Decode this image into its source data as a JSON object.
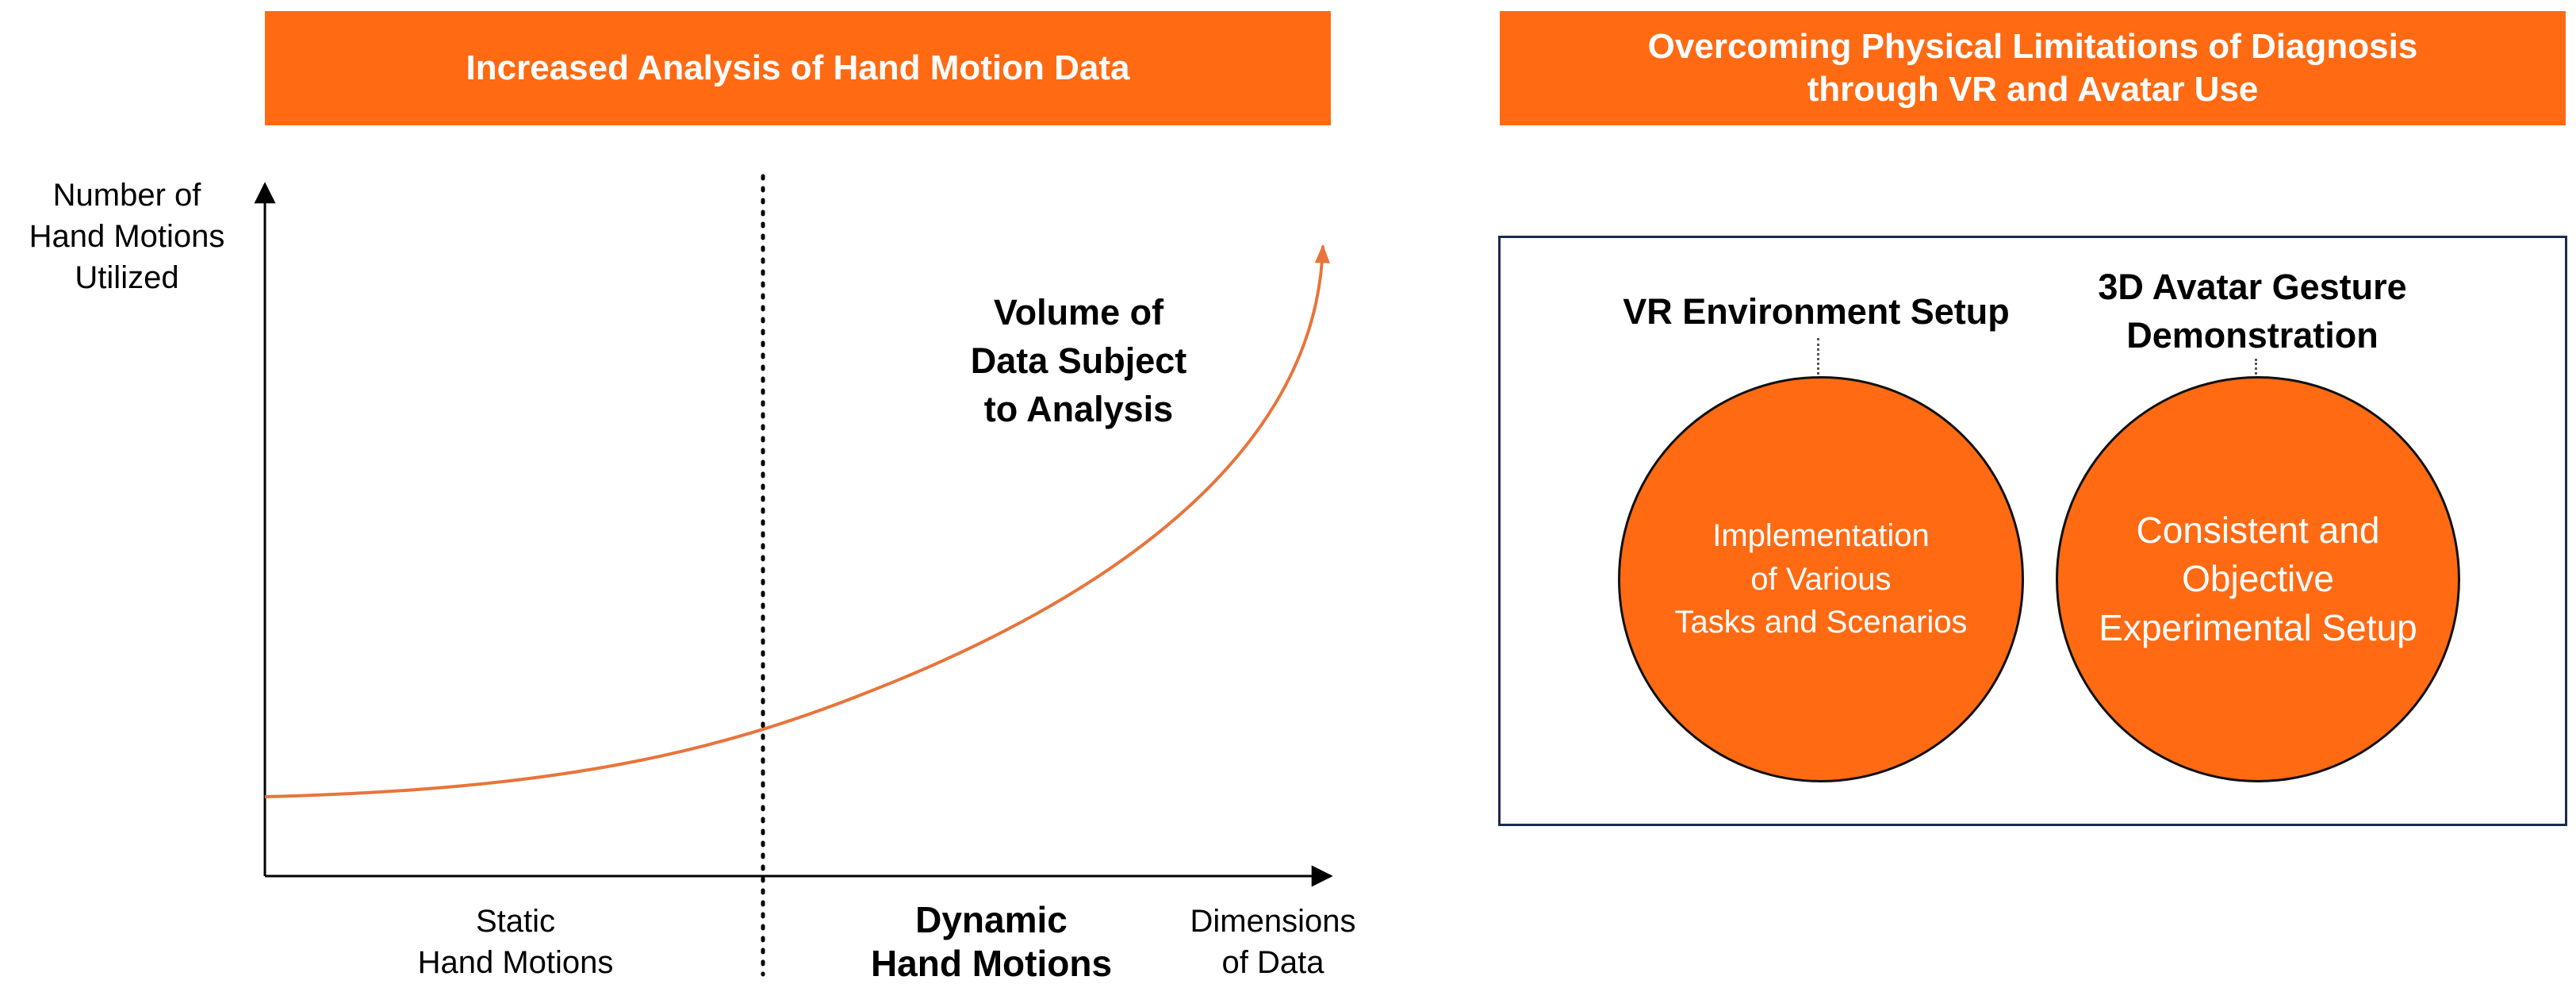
{
  "left_panel": {
    "banner_title": "Increased Analysis of Hand Motion Data",
    "y_axis_label": "Number of\nHand Motions\nUtilized",
    "x_axis_label": "Dimensions\nof Data",
    "curve_label": "Volume of\nData Subject\nto Analysis",
    "region_static_label": "Static\nHand Motions",
    "region_dynamic_label": "Dynamic\nHand Motions"
  },
  "right_panel": {
    "banner_title": "Overcoming Physical Limitations of Diagnosis\nthrough VR and Avatar Use",
    "items": [
      {
        "heading": "VR Environment Setup",
        "circle_text": "Implementation\nof Various\nTasks and Scenarios"
      },
      {
        "heading": "3D Avatar Gesture\nDemonstration",
        "circle_text": "Consistent and\nObjective\nExperimental Setup"
      }
    ]
  },
  "colors": {
    "accent_orange": "#FF6A13",
    "curve_orange": "#E8743B",
    "box_border": "#1B2B4B"
  }
}
